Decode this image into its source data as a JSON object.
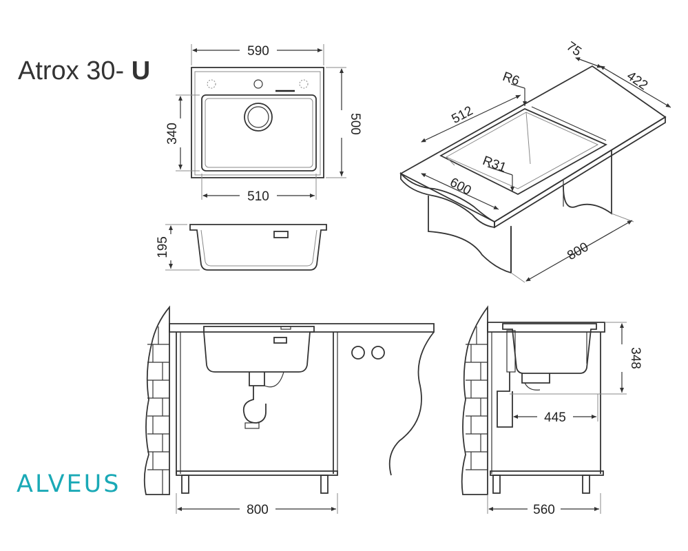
{
  "header": {
    "model_name": "Atrox 30-",
    "model_suffix": "U"
  },
  "brand": {
    "logo_text": "ALVEUS",
    "color": "#1aa9b6"
  },
  "dimensions": {
    "top_width": "590",
    "top_depth": "500",
    "bowl_depth_side": "340",
    "bowl_width": "510",
    "bowl_height": "195",
    "iso_back_edge": "75",
    "iso_side": "422",
    "iso_radius_outer": "R6",
    "iso_bowl_width": "512",
    "iso_radius_inner": "R31",
    "iso_front": "600",
    "iso_cabinet": "800",
    "front_cabinet_width": "800",
    "side_height": "348",
    "side_drain": "445",
    "side_cabinet_depth": "560"
  },
  "colors": {
    "line": "#333333",
    "brand": "#1aa9b6"
  }
}
